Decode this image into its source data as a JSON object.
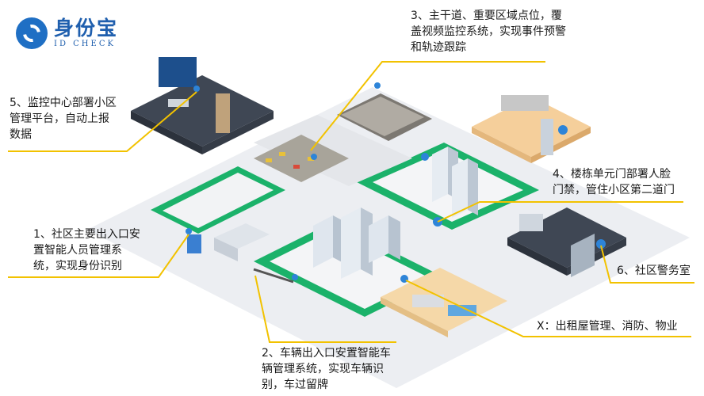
{
  "logo": {
    "name_cn": "身份宝",
    "name_en": "ID CHECK"
  },
  "labels": {
    "l1": "1、社区主要出入口安\n置智能人员管理系\n统，实现身份识别",
    "l2": "2、车辆出入口安置智能车\n辆管理系统，实现车辆识\n别，车过留牌",
    "l3": "3、主干道、重要区域点位，覆\n盖视频监控系统，实现事件预警\n和轨迹跟踪",
    "l4": "4、楼栋单元门部署人脸\n门禁，管住小区第二道门",
    "l5": "5、监控中心部署小区\n管理平台，自动上报\n数据",
    "l6": "6、社区警务室",
    "lx": "X：出租屋管理、消防、物业"
  },
  "colors": {
    "callout": "#f2c200",
    "logo": "#1f5fae",
    "green": "#1bb26a",
    "road": "#e7e7ea"
  }
}
